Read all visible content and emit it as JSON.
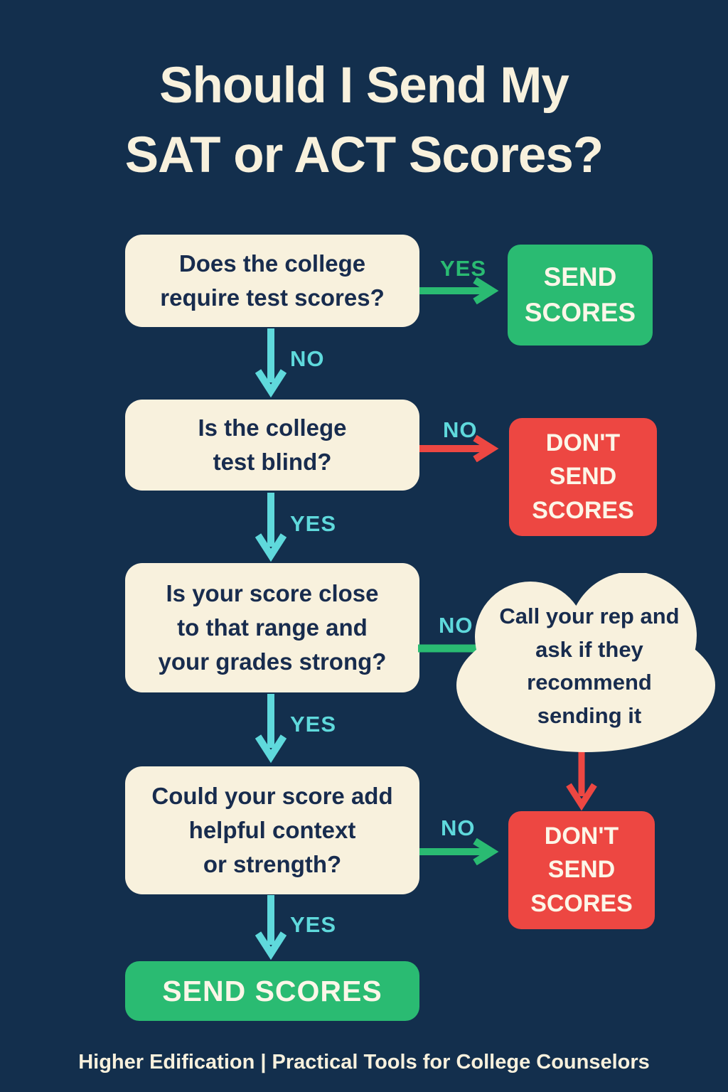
{
  "title": {
    "text": "Should I Send My\nSAT or ACT Scores?"
  },
  "questions": {
    "q1": "Does the college\nrequire test scores?",
    "q2": "Is the college\ntest blind?",
    "q3": "Is your score close\nto that range and\nyour grades strong?",
    "q4": "Could your score add\nhelpful context\nor strength?"
  },
  "labels": {
    "q1_yes": "YES",
    "q1_no": "NO",
    "q2_no": "NO",
    "q2_yes": "YES",
    "q3_no": "NO",
    "q3_yes": "YES",
    "q4_no": "NO",
    "q4_yes": "YES"
  },
  "results": {
    "send_top": "SEND\nSCORES",
    "dont_send_1": "DON'T\nSEND\nSCORES",
    "dont_send_2": "DON'T\nSEND\nSCORES",
    "send_bottom": "SEND SCORES"
  },
  "cloud": {
    "text": "Call your rep and\nask if they\nrecommend\nsending it"
  },
  "footer": {
    "text": "Higher Edification | Practical Tools for College Counselors"
  },
  "colors": {
    "background": "#132F4D",
    "card_cream": "#F8F1DD",
    "text_navy": "#182C4E",
    "green": "#2ABB72",
    "red": "#ED4742",
    "cyan": "#5FD9DC"
  }
}
